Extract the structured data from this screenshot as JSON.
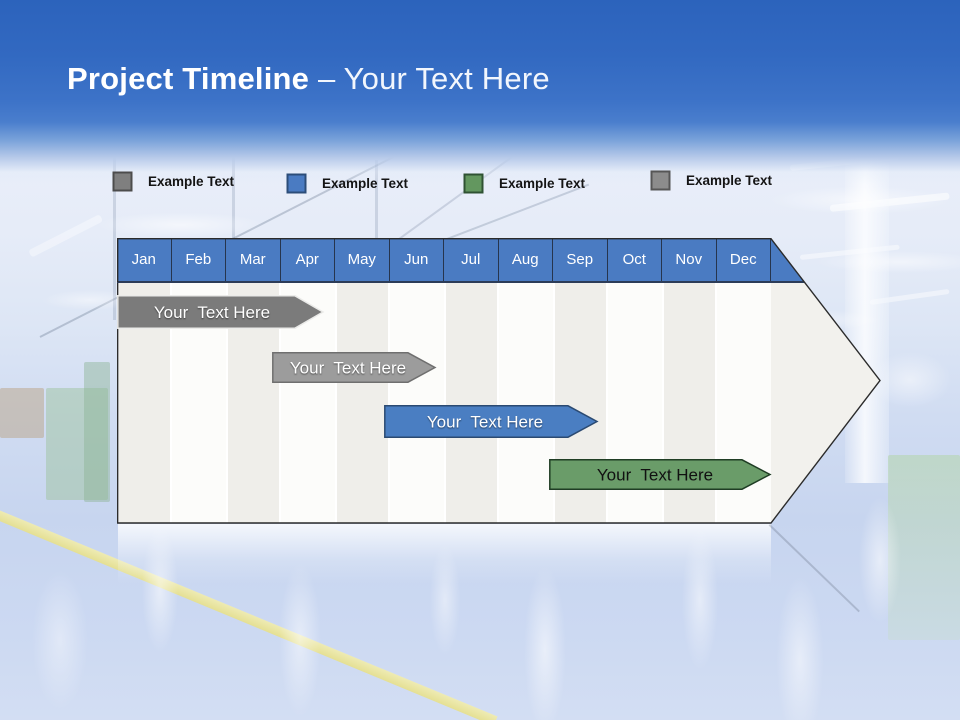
{
  "title": {
    "primary": "Project Timeline",
    "secondary": "– Your Text Here"
  },
  "legend": {
    "items": [
      {
        "label": "Example Text",
        "color": "#7f7f7f",
        "border": "#4c4c4c"
      },
      {
        "label": "Example Text",
        "color": "#4a7bc2",
        "border": "#2c4d79"
      },
      {
        "label": "Example Text",
        "color": "#63975f",
        "border": "#2f5233"
      },
      {
        "label": "Example Text",
        "color": "#8c8c8c",
        "border": "#565656"
      }
    ]
  },
  "timeline": {
    "months": [
      "Jan",
      "Feb",
      "Mar",
      "Apr",
      "May",
      "Jun",
      "Jul",
      "Aug",
      "Sep",
      "Oct",
      "Nov",
      "Dec"
    ],
    "header_color": "#4a7bc2",
    "body_stripe_colors": [
      "#efeeea",
      "#fcfcfa"
    ],
    "bars": [
      {
        "label": "Your  Text Here",
        "fill": "#7b7b7b",
        "stroke": "#ebebe9",
        "text_color": "#ffffff",
        "span": "Jan–Mar"
      },
      {
        "label": "Your  Text Here",
        "fill": "#9c9c9c",
        "stroke": "#6f6f6f",
        "text_color": "#ffffff",
        "span": "Apr–Jun"
      },
      {
        "label": "Your  Text Here",
        "fill": "#4a7ec2",
        "stroke": "#2b4a72",
        "text_color": "#ffffff",
        "span": "Jun–Aug"
      },
      {
        "label": "Your  Text Here",
        "fill": "#6a9c69",
        "stroke": "#1f3d24",
        "text_color": "#111111",
        "span": "Sep–Dec"
      }
    ]
  }
}
